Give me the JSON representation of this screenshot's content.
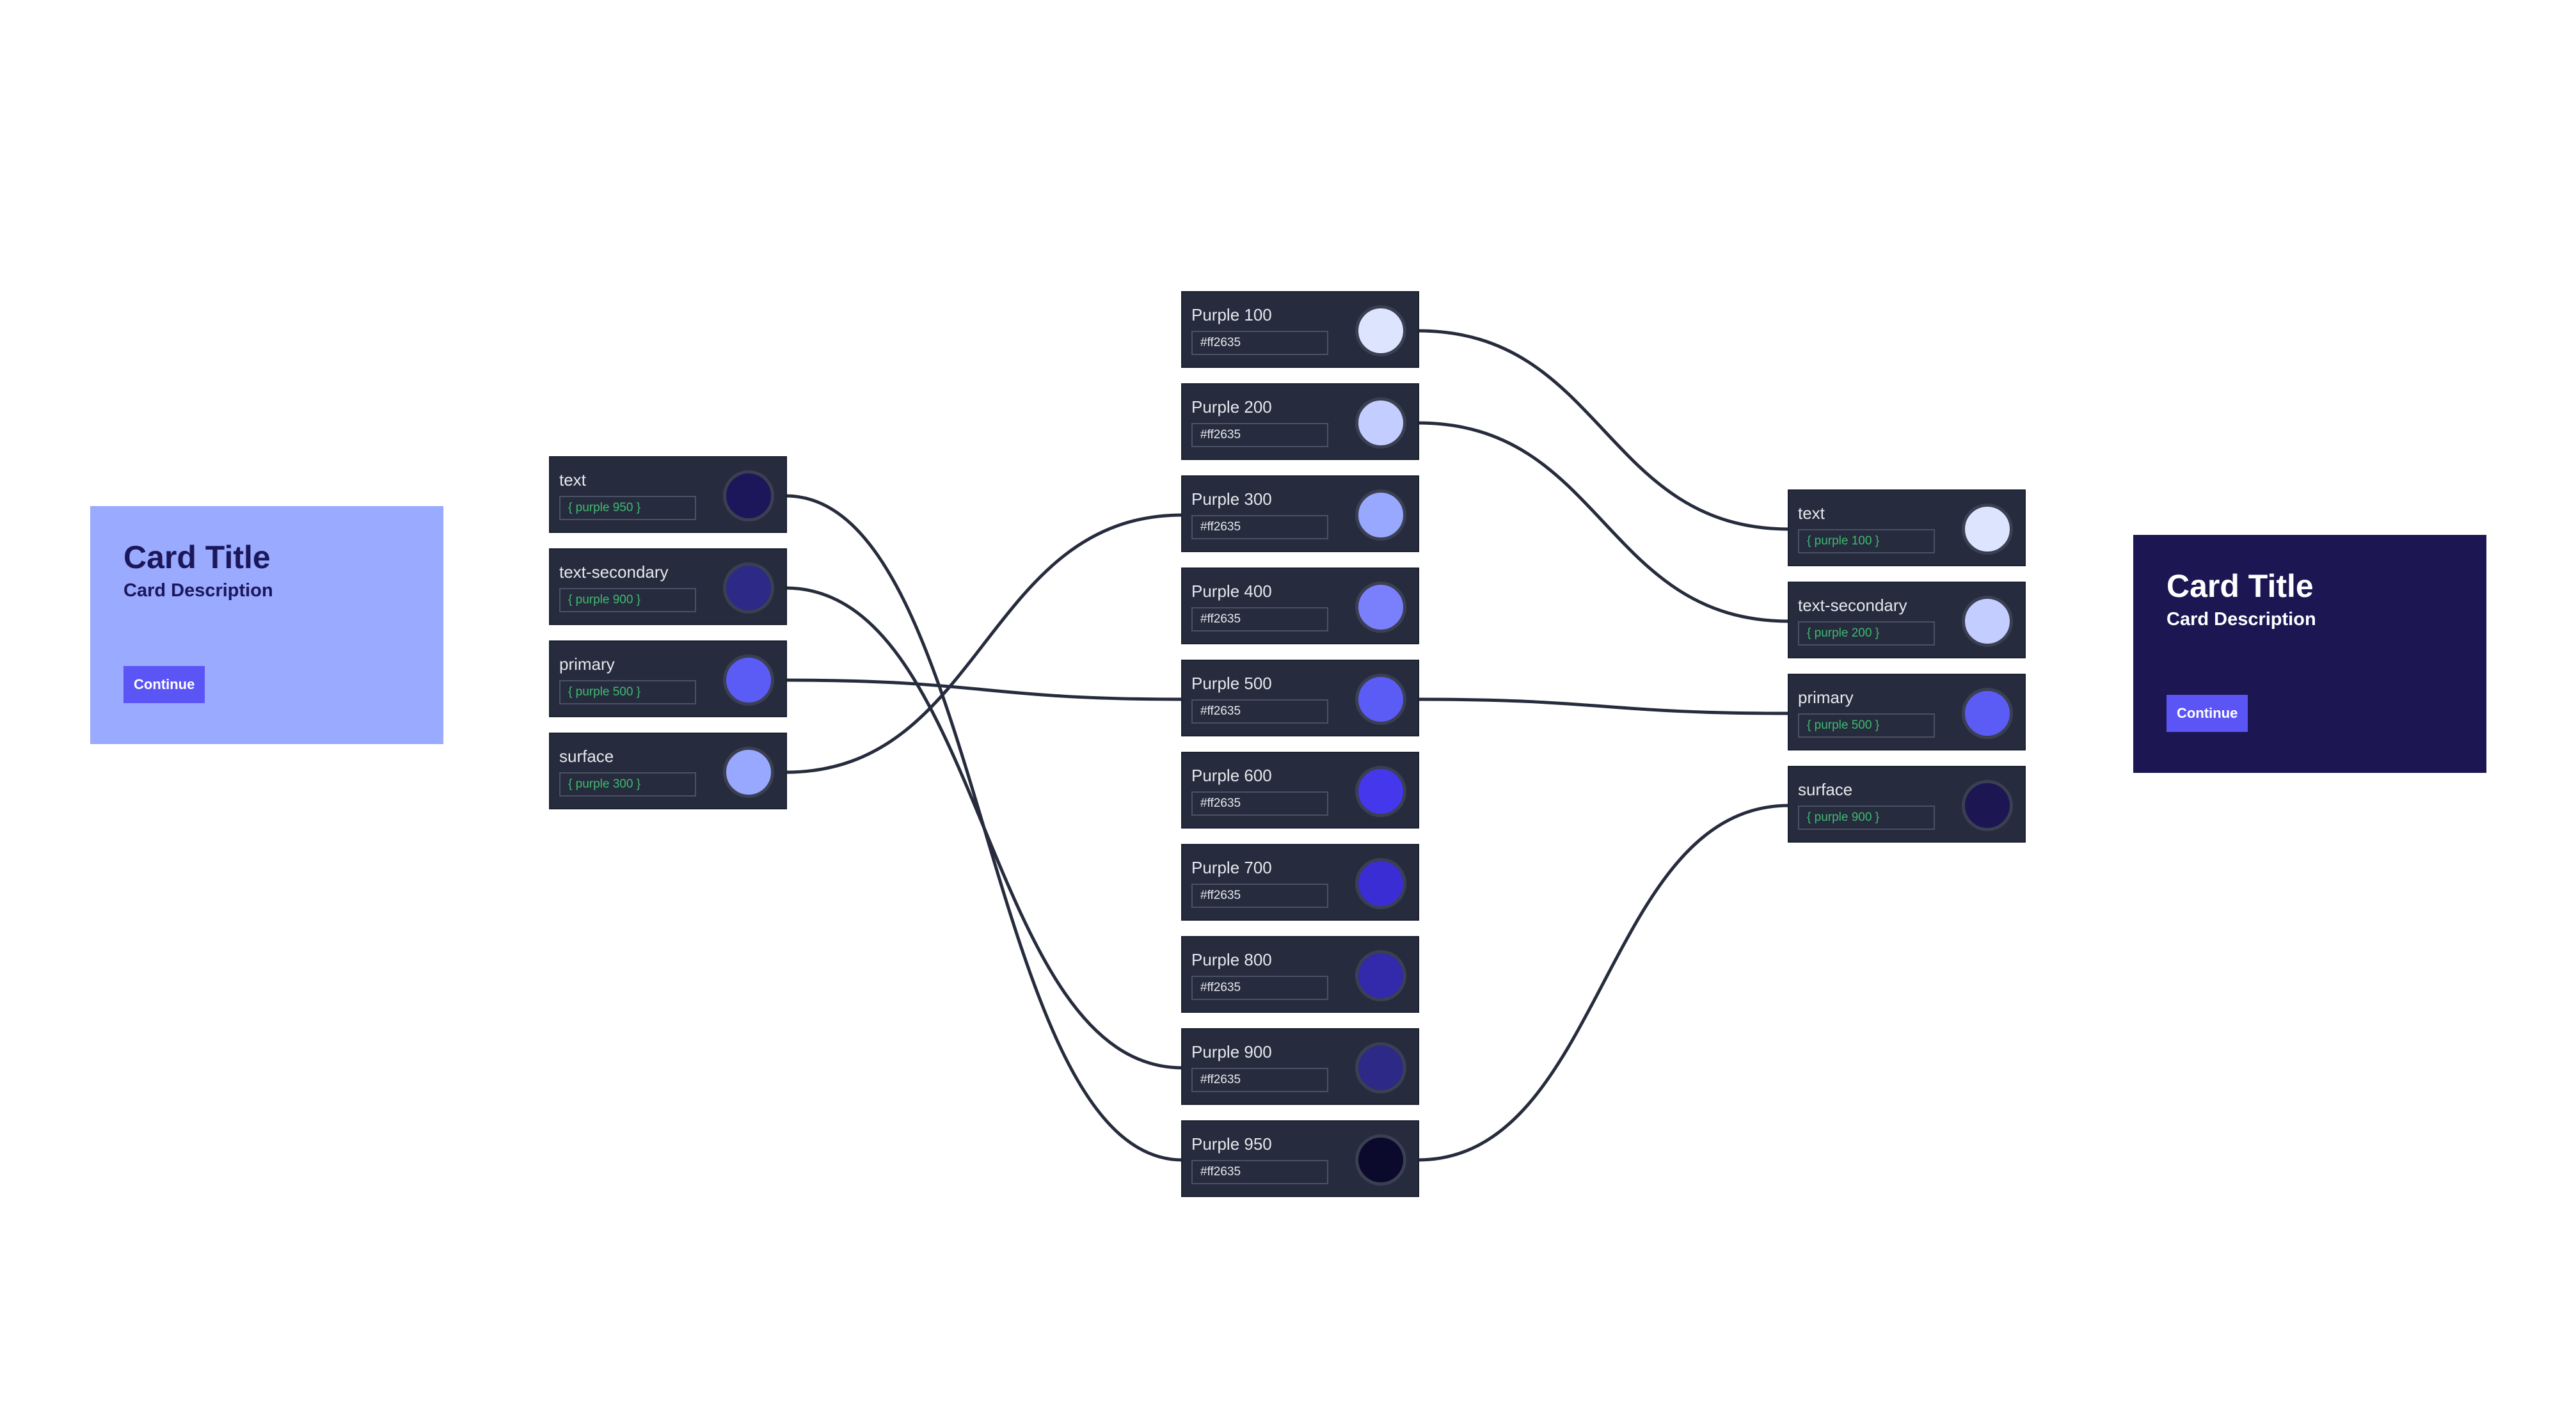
{
  "light_card": {
    "title": "Card Title",
    "description": "Card Description",
    "button_label": "Continue",
    "bg": "#99aaff",
    "title_color": "#1c175a",
    "button_color": "#5b55f6"
  },
  "dark_card": {
    "title": "Card Title",
    "description": "Card Description",
    "button_label": "Continue",
    "bg": "#1c1653",
    "title_color": "#ffffff",
    "button_color": "#5b55f6"
  },
  "light_theme_tokens": [
    {
      "label": "text",
      "ref": "{ purple 950 }",
      "color": "#1c175a"
    },
    {
      "label": "text-secondary",
      "ref": "{ purple 900 }",
      "color": "#2c2a86"
    },
    {
      "label": "primary",
      "ref": "{ purple 500 }",
      "color": "#5b5cf6"
    },
    {
      "label": "surface",
      "ref": "{ purple 300 }",
      "color": "#99a8ff"
    }
  ],
  "palette": [
    {
      "label": "Purple 100",
      "value": "#ff2635",
      "color": "#dde4fe"
    },
    {
      "label": "Purple 200",
      "value": "#ff2635",
      "color": "#c3cdff"
    },
    {
      "label": "Purple 300",
      "value": "#ff2635",
      "color": "#99a8ff"
    },
    {
      "label": "Purple 400",
      "value": "#ff2635",
      "color": "#7a80fb"
    },
    {
      "label": "Purple 500",
      "value": "#ff2635",
      "color": "#5b5cf6"
    },
    {
      "label": "Purple 600",
      "value": "#ff2635",
      "color": "#4537ec"
    },
    {
      "label": "Purple 700",
      "value": "#ff2635",
      "color": "#3b2dd4"
    },
    {
      "label": "Purple 800",
      "value": "#ff2635",
      "color": "#3229ab"
    },
    {
      "label": "Purple 900",
      "value": "#ff2635",
      "color": "#2c2a86"
    },
    {
      "label": "Purple 950",
      "value": "#ff2635",
      "color": "#0c0a2c"
    }
  ],
  "dark_theme_tokens": [
    {
      "label": "text",
      "ref": "{ purple 100 }",
      "color": "#dde4fe"
    },
    {
      "label": "text-secondary",
      "ref": "{ purple 200 }",
      "color": "#c3cdff"
    },
    {
      "label": "primary",
      "ref": "{ purple 500 }",
      "color": "#5b5cf6"
    },
    {
      "label": "surface",
      "ref": "{ purple 900 }",
      "color": "#1c1653"
    }
  ],
  "connections": [
    {
      "from": "light-0",
      "to": "palette-9"
    },
    {
      "from": "light-1",
      "to": "palette-8"
    },
    {
      "from": "light-2",
      "to": "palette-4"
    },
    {
      "from": "light-3",
      "to": "palette-2"
    },
    {
      "from": "palette-0",
      "to": "dark-0"
    },
    {
      "from": "palette-1",
      "to": "dark-1"
    },
    {
      "from": "palette-4",
      "to": "dark-2"
    },
    {
      "from": "palette-9",
      "to": "dark-3"
    }
  ],
  "edge_color": "#262c3d"
}
